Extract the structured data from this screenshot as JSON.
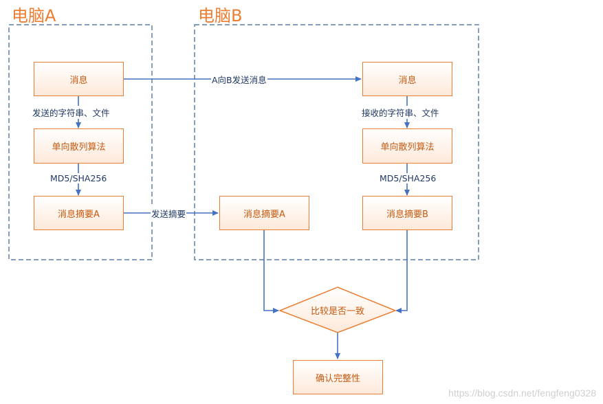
{
  "titles": {
    "computer_a": "电脑A",
    "computer_b": "电脑B"
  },
  "nodes": {
    "a_message": "消息",
    "a_hash": "单向散列算法",
    "a_digest": "消息摘要A",
    "b_message": "消息",
    "b_hash": "单向散列算法",
    "b_digest_a": "消息摘要A",
    "b_digest_b": "消息摘要B",
    "compare": "比较是否一致",
    "confirm": "确认完整性"
  },
  "edge_labels": {
    "a_to_b_message": "A向B发送消息",
    "a_send_content": "发送的字符串、文件",
    "b_receive_content": "接收的字符串、文件",
    "a_algo": "MD5/SHA256",
    "b_algo": "MD5/SHA256",
    "send_digest": "发送摘要"
  },
  "colors": {
    "node_border": "#ed7d31",
    "node_text": "#c55a11",
    "title": "#ed7d31",
    "arrow": "#4472c4",
    "dashed_group": "#5b7fa6"
  },
  "watermark": "https://blog.csdn.net/fengfeng0328"
}
